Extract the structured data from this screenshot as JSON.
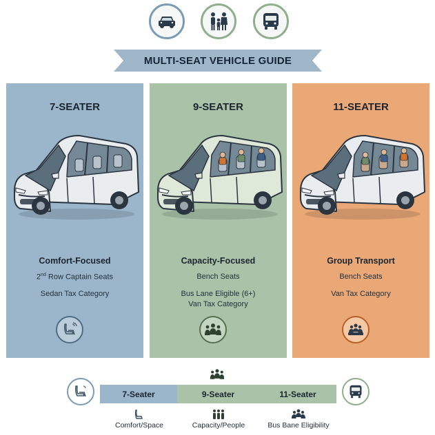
{
  "header": {
    "icons": [
      "car-icon",
      "family-icon",
      "bus-icon"
    ],
    "title": "MULTI-SEAT VEHICLE GUIDE"
  },
  "columns": [
    {
      "title": "7-SEATER",
      "subtitle": "Comfort-Focused",
      "line1_main": "2",
      "line1_sup": "nd",
      "line1_rest": " Row Captain Seats",
      "line2": "Sedan Tax Category",
      "line3": "",
      "icon": "seat-icon",
      "color": "#9bb6ca",
      "accent": "#4f6c82"
    },
    {
      "title": "9-SEATER",
      "subtitle": "Capacity-Focused",
      "line1_main": "Bench Seats",
      "line1_sup": "",
      "line1_rest": "",
      "line2": "Bus Lane Eligible (6+)",
      "line3": "Van Tax Category",
      "icon": "people-group-icon",
      "color": "#aac3a8",
      "accent": "#56704f"
    },
    {
      "title": "11-SEATER",
      "subtitle": "Group Transport",
      "line1_main": "Bench Seats",
      "line1_sup": "",
      "line1_rest": "",
      "line2": "Van Tax Category",
      "line3": "",
      "icon": "group-transport-icon",
      "color": "#eaa877",
      "accent": "#b95f27"
    }
  ],
  "comparison_bar": {
    "segments": [
      "7-Seater",
      "9-Seater",
      "11-Seater"
    ],
    "legend": [
      "Comfort/Space",
      "Capacity/People",
      "Bus Bane Eligibility"
    ]
  }
}
